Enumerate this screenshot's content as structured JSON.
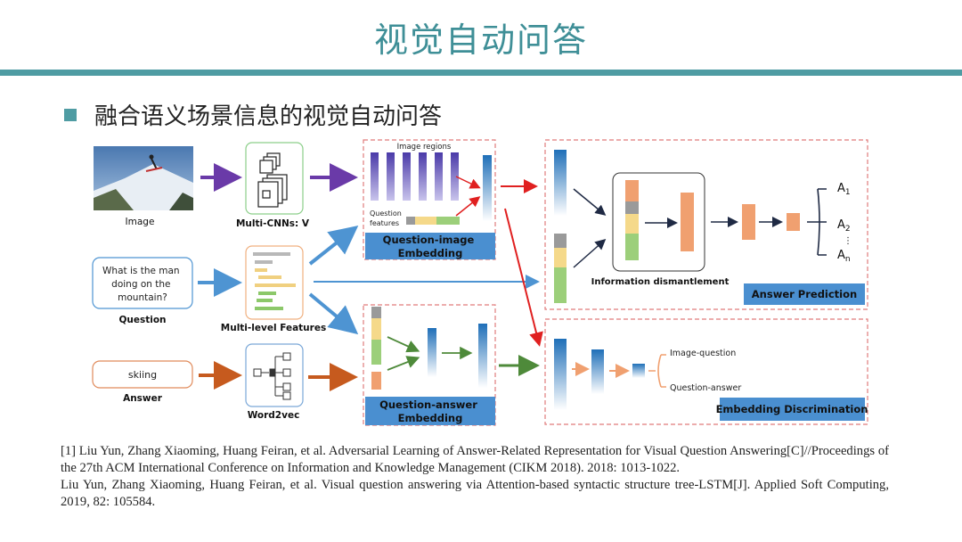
{
  "slide": {
    "title": "视觉自动问答",
    "subtitle": "融合语义场景信息的视觉自动问答"
  },
  "inputs": {
    "image_label": "Image",
    "question_text": [
      "What is the man",
      "doing on the",
      "mountain?"
    ],
    "question_label": "Question",
    "answer_text": "skiing",
    "answer_label": "Answer"
  },
  "encoders": {
    "cnn_label": "Multi-CNNs: V",
    "features_label": "Multi-level Features",
    "word2vec_label": "Word2vec"
  },
  "qi_embedding": {
    "regions_label": "Image regions",
    "question_features_label": [
      "Question",
      "features"
    ],
    "title": [
      "Question-image",
      "Embedding"
    ]
  },
  "qa_embedding": {
    "title": [
      "Question-answer",
      "Embedding"
    ]
  },
  "prediction": {
    "dismantle_label": "Information dismantlement",
    "title": "Answer Prediction",
    "answers": [
      "A",
      "A",
      "⋮",
      "A"
    ],
    "answer_subscripts": [
      "1",
      "2",
      "",
      "n"
    ]
  },
  "discrimination": {
    "branches": [
      "Image-question",
      "Question-answer"
    ],
    "title": "Embedding Discrimination"
  },
  "colors": {
    "accent": "#4f9ca3",
    "purple": "#6a3aa8",
    "blue_arrow": "#4e94d2",
    "orange_arrow": "#c65a1e",
    "red_arrow": "#e02020",
    "green_arrow": "#4e8a3a",
    "label_box": "#4a8fd0",
    "dash_border": "#e07b7b"
  },
  "references": [
    "[1] Liu Yun, Zhang Xiaoming, Huang Feiran, et al. Adversarial Learning of Answer-Related Representation for Visual Question Answering[C]//Proceedings of the 27th ACM International Conference on Information and Knowledge Management (CIKM 2018). 2018: 1013-1022.",
    "Liu Yun, Zhang Xiaoming, Huang Feiran, et al. Visual question answering via Attention-based syntactic structure tree-LSTM[J]. Applied Soft Computing, 2019, 82: 105584."
  ]
}
